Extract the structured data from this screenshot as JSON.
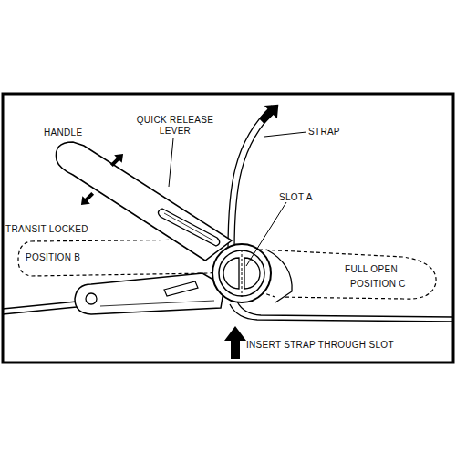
{
  "diagram": {
    "nodes": [
      {
        "text": [
          "TRANSIT LOCKED",
          "POSITION B"
        ]
      },
      {
        "text": [
          "FULL OPEN",
          "POSITION C"
        ]
      }
    ],
    "labels": [
      "HANDLE",
      "QUICK RELEASE LEVER",
      "STRAP",
      "SLOT A",
      "INSERT STRAP THROUGH SLOT"
    ]
  }
}
